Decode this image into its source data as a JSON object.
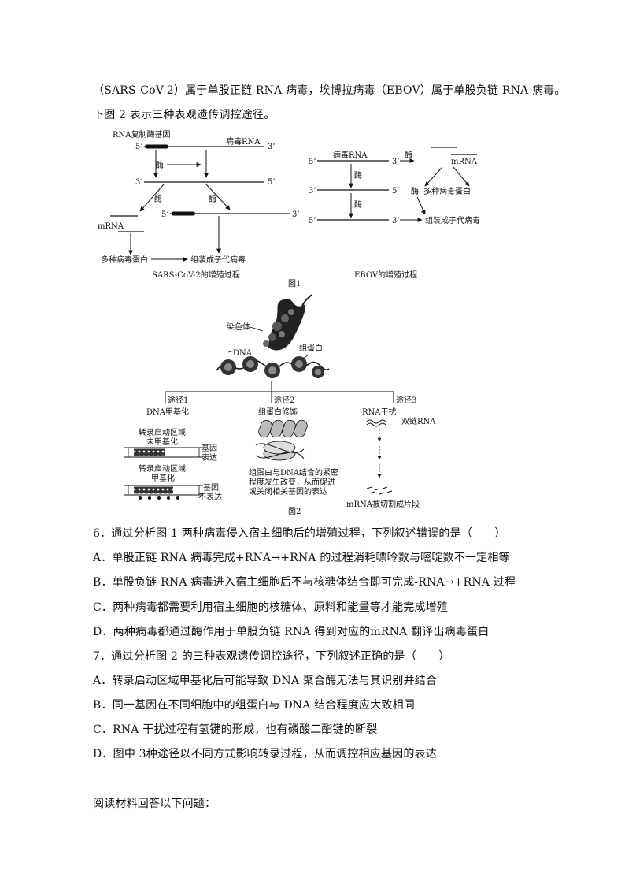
{
  "intro": {
    "line1": "（SARS-CoV-2）属于单股正链 RNA 病毒，埃博拉病毒（EBOV）属于单股负链 RNA 病毒。",
    "line2": "下图 2 表示三种表观遗传调控途径。"
  },
  "figure1": {
    "caption": "图1",
    "sars": {
      "rdrp_gene": "RNA复制酶基因",
      "viral_rna": "病毒RNA",
      "enzyme": "酶",
      "mrna": "mRNA",
      "proteins": "多种病毒蛋白",
      "assemble": "组装成子代病毒",
      "title": "SARS-CoV-2的增殖过程",
      "p5": "5’",
      "p3": "3’"
    },
    "ebov": {
      "viral_rna": "病毒RNA",
      "enzyme": "酶",
      "mrna": "mRNA",
      "proteins": "多种病毒蛋白",
      "assemble": "组装成子代病毒",
      "title": "EBOV的增殖过程",
      "p5": "5’",
      "p3": "3’"
    }
  },
  "figure2": {
    "caption": "图2",
    "chromosome": "染色体",
    "dna": "DNA",
    "histone": "组蛋白",
    "path1": "途径1",
    "path2": "途径2",
    "path3": "途径3",
    "dna_methylation": "DNA甲基化",
    "unmethylated": "转录启动区域\n未甲基化",
    "unmethylated_a": "转录启动区域",
    "unmethylated_b": "未甲基化",
    "expressed_a": "基因",
    "expressed_b": "表达",
    "methylated_a": "转录启动区域",
    "methylated_b": "甲基化",
    "not_expressed_a": "基因",
    "not_expressed_b": "不表达",
    "histone_mod": "组蛋白修饰",
    "histone_desc_1": "组蛋白与DNA结合的紧密",
    "histone_desc_2": "程度发生改变，从而促进",
    "histone_desc_3": "或关闭相关基因的表达",
    "rnai": "RNA干扰",
    "dsrna": "双链RNA",
    "mrna_cut": "mRNA被切割成片段"
  },
  "q6": {
    "stem": "6．通过分析图 1 两种病毒侵入宿主细胞后的增殖过程，下列叙述错误的是（　　）",
    "A": "A．单股正链 RNA 病毒完成+RNA→+RNA 的过程消耗嘌呤数与嘧啶数不一定相等",
    "B": "B．单股负链 RNA 病毒进入宿主细胞后不与核糖体结合即可完成-RNA→+RNA 过程",
    "C": "C．两种病毒都需要利用宿主细胞的核糖体、原料和能量等才能完成增殖",
    "D": "D．两种病毒都通过酶作用于单股负链 RNA 得到对应的mRNA 翻译出病毒蛋白"
  },
  "q7": {
    "stem": "7．通过分析图 2 的三种表观遗传调控途径，下列叙述正确的是（　　）",
    "A": "A．转录启动区域甲基化后可能导致 DNA 聚合酶无法与其识别并结合",
    "B": "B．同一基因在不同细胞中的组蛋白与 DNA 结合程度应大致相同",
    "C": "C．RNA 干扰过程有氢键的形成，也有磷酸二酯键的断裂",
    "D": "D．图中 3种途径以不同方式影响转录过程，从而调控相应基因的表达"
  },
  "footer": {
    "reading": "阅读材料回答以下问题："
  }
}
